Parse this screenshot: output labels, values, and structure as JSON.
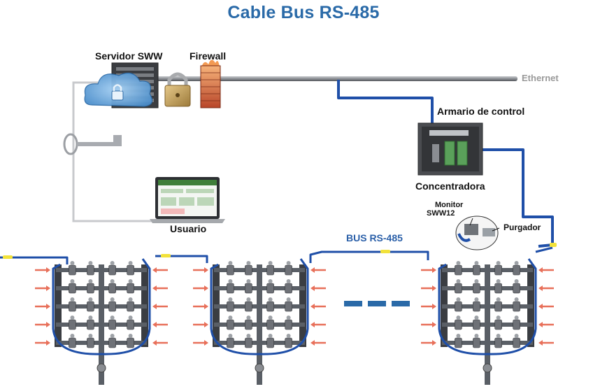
{
  "title": "Cable Bus RS-485",
  "labels": {
    "server": "Servidor SWW",
    "firewall": "Firewall",
    "ethernet": "Ethernet",
    "cabinet": "Armario de control",
    "concentrator": "Concentradora",
    "user": "Usuario",
    "monitor_line1": "Monitor",
    "monitor_line2": "SWW12",
    "purger": "Purgador",
    "bus": "BUS RS-485"
  },
  "colors": {
    "title": "#2a6aa8",
    "bus_cable": "#1f4fa8",
    "ethernet_cable": "#9a9a9a",
    "arrow": "#e8705a",
    "manifold": "#5a5f66",
    "led": "#f2e23a"
  },
  "icons": [
    "cloud-server-icon",
    "padlock-icon",
    "firewall-icon",
    "key-icon",
    "laptop-icon",
    "control-cabinet-icon",
    "monitor-device-icon",
    "manifold-icon",
    "ellipsis-dashes-icon"
  ],
  "manifold_groups": 3
}
